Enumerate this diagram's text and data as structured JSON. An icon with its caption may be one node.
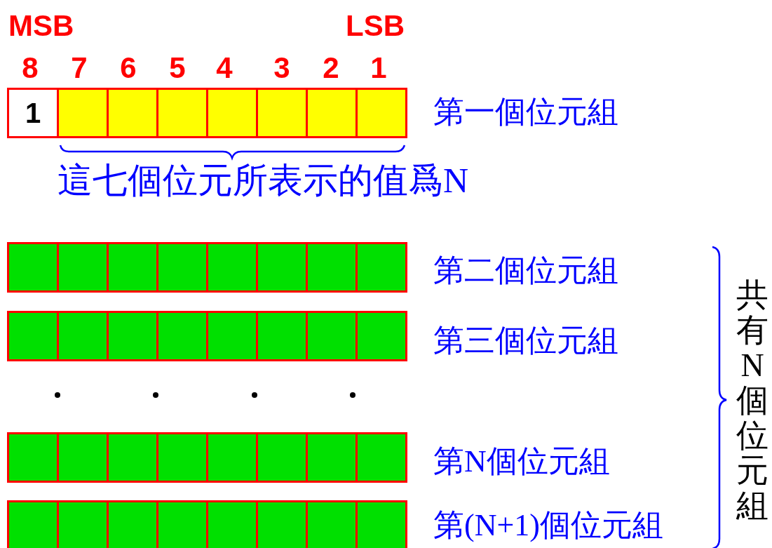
{
  "diagram": {
    "nodes": [
      {
        "text": [
          "1"
        ]
      },
      {
        "text": [],
        "shape": "box"
      },
      {
        "text": [],
        "shape": "box"
      },
      {
        "text": [],
        "shape": "box"
      },
      {
        "text": [],
        "shape": "box"
      },
      {
        "text": [],
        "shape": "box"
      },
      {
        "text": [],
        "shape": "box"
      },
      {
        "text": [],
        "shape": "box"
      },
      {
        "text": [],
        "shape": "box"
      },
      {
        "text": [],
        "shape": "box"
      },
      {
        "text": [],
        "shape": "box"
      },
      {
        "text": [],
        "shape": "box"
      },
      {
        "text": [],
        "shape": "box"
      },
      {
        "text": [],
        "shape": "box"
      },
      {
        "text": [],
        "shape": "box"
      },
      {
        "text": [],
        "shape": "box"
      },
      {
        "text": [],
        "shape": "box"
      },
      {
        "text": [],
        "shape": "box"
      },
      {
        "text": [],
        "shape": "box"
      },
      {
        "text": [],
        "shape": "box"
      },
      {
        "text": [],
        "shape": "box"
      },
      {
        "text": [],
        "shape": "box"
      },
      {
        "text": [],
        "shape": "box"
      },
      {
        "text": [],
        "shape": "box"
      },
      {
        "text": [],
        "shape": "box"
      },
      {
        "text": [],
        "shape": "box"
      },
      {
        "text": [],
        "shape": "box"
      },
      {
        "text": [],
        "shape": "box"
      },
      {
        "text": [],
        "shape": "box"
      },
      {
        "text": [],
        "shape": "box"
      },
      {
        "text": [],
        "shape": "box"
      },
      {
        "text": [],
        "shape": "box"
      },
      {
        "text": [],
        "shape": "box"
      },
      {
        "text": [],
        "shape": "box"
      },
      {
        "text": [],
        "shape": "box"
      },
      {
        "text": [],
        "shape": "box"
      },
      {
        "text": [],
        "shape": "box"
      },
      {
        "text": [],
        "shape": "box"
      },
      {
        "text": [],
        "shape": "box"
      },
      {
        "text": [],
        "shape": "box"
      }
    ],
    "labels": [
      "MSB",
      "LSB",
      "8",
      "7",
      "6",
      "5",
      "4",
      "3",
      "2",
      "1",
      "第一個位元組",
      "這七個位元所表示的值爲N",
      "第二個位元組",
      "第三個位元組",
      "第N個位元組",
      "第(N+1)個位元組",
      "共有N個位元組"
    ]
  }
}
